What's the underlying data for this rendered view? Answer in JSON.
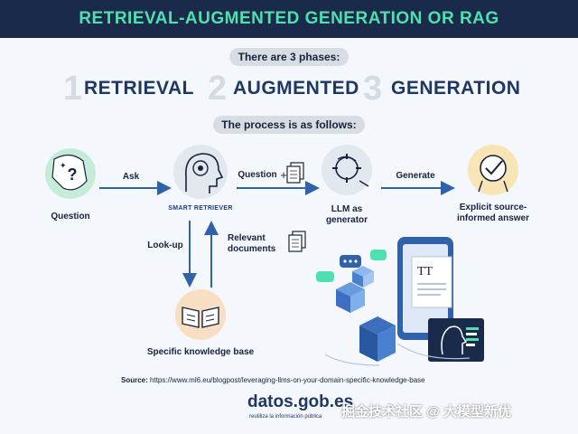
{
  "header": {
    "title": "RETRIEVAL-AUGMENTED GENERATION OR RAG"
  },
  "intro": {
    "phases_label": "There are 3 phases:"
  },
  "phases": [
    {
      "number": "1",
      "name": "RETRIEVAL"
    },
    {
      "number": "2",
      "name": "AUGMENTED"
    },
    {
      "number": "3",
      "name": "GENERATION"
    }
  ],
  "process_label": "The process is as follows:",
  "nodes": {
    "question": "Question",
    "smart_retriever": "SMART RETRIEVER",
    "llm_line1": "LLM as",
    "llm_line2": "generator",
    "answer_line1": "Explicit source-",
    "answer_line2": "informed answer",
    "knowledge_base": "Specific knowledge base"
  },
  "edges": {
    "ask": "Ask",
    "question_plus": "Question",
    "plus": "+",
    "generate": "Generate",
    "lookup": "Look-up",
    "relevant_line1": "Relevant",
    "relevant_line2": "documents"
  },
  "footer": {
    "source_label": "Source:",
    "source_url": "https://www.ml6.eu/blogpost/leveraging-llms-on-your-domain-specific-knowledge-base",
    "logo": "datos.gob.es",
    "logo_sub": "reutiliza la información pública"
  },
  "watermark": "掘金技术社区 @ 大模型新优",
  "colors": {
    "banner": "#1a2a4a",
    "title": "#4fe0b0",
    "arrow": "#2f62a8",
    "phase_text": "#1e3763"
  }
}
